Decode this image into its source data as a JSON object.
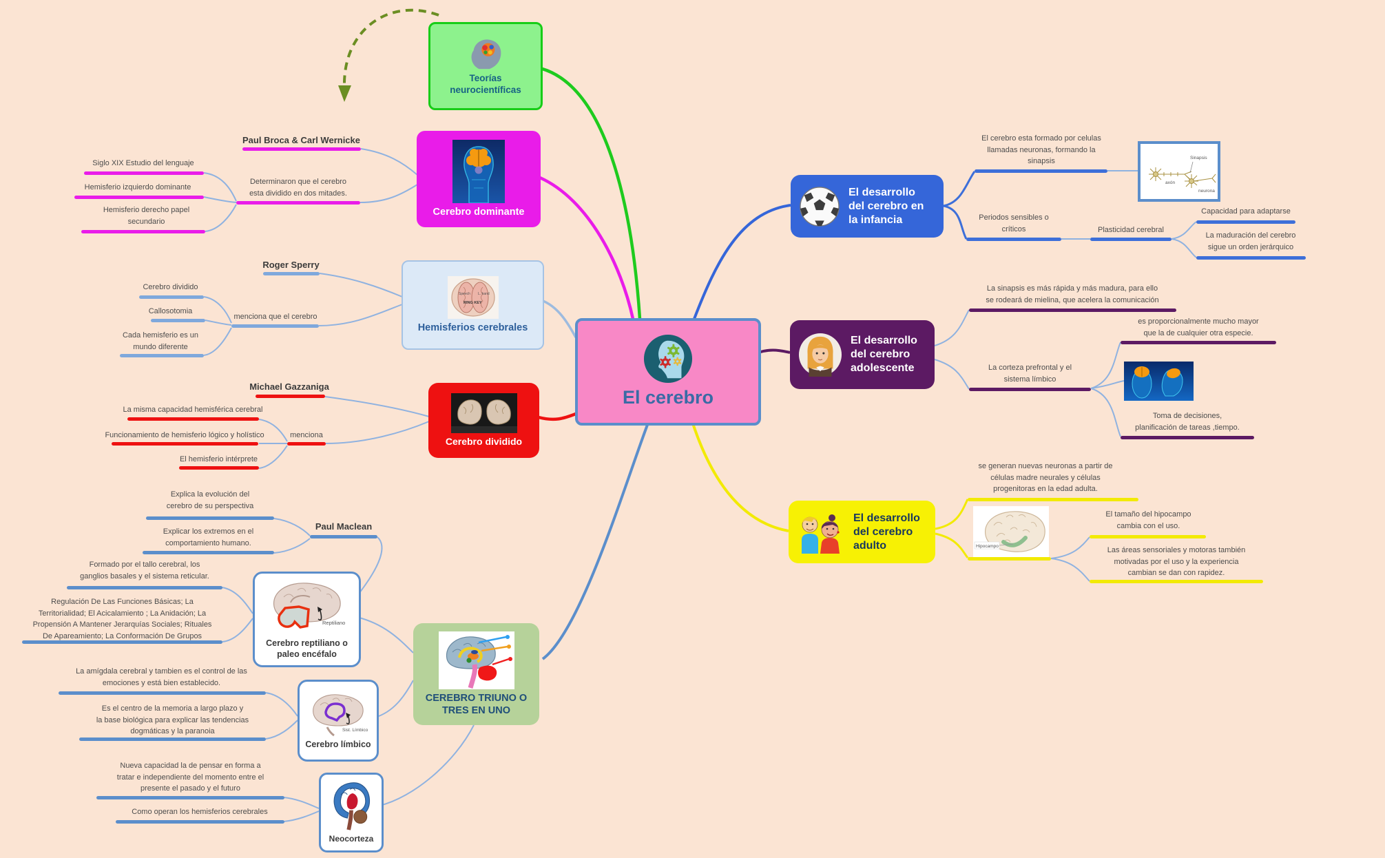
{
  "title": "El cerebro",
  "colors": {
    "background": "#fbe4d3",
    "center_fill": "#f888c6",
    "center_border": "#5b8ecb",
    "green": "#1ecb1e",
    "magenta": "#e91ce9",
    "light_blue_node": "#dce9f7",
    "red": "#ee1111",
    "sage": "#b6d29a",
    "steel_blue": "#5b8ecb",
    "blue": "#3566d9",
    "purple": "#5c1a63",
    "yellow": "#f7f104",
    "olive_arrow": "#6b8e23"
  },
  "center": {
    "title": "El cerebro"
  },
  "teorias": {
    "label": "Teorías\nneurocientíficas"
  },
  "dominante": {
    "label": "Cerebro dominante",
    "person": "Paul Broca  & Carl Wernicke",
    "note": "Determinaron que el cerebro\nesta dividido en dos mitades.",
    "leaf1": "Siglo XIX  Estudio del lenguaje",
    "leaf2": "Hemisferio izquierdo dominante",
    "leaf3": "Hemisferio derecho papel\nsecundario"
  },
  "hemisferios": {
    "label": "Hemisferios cerebrales",
    "person": "Roger Sperry",
    "note": "menciona que el cerebro",
    "leaf1": "Cerebro dividido",
    "leaf2": "Callosotomia",
    "leaf3": "Cada hemisferio es un\nmundo diferente",
    "img1": "Speech",
    "img2": "L. hand",
    "img3": "RING  KEY"
  },
  "dividido": {
    "label": "Cerebro dividido",
    "person": "Michael Gazzaniga",
    "note": "menciona",
    "leaf1": "La misma capacidad hemisférica cerebral",
    "leaf2": "Funcionamiento de hemisferio lógico y holístico",
    "leaf3": "El hemisferio intérprete"
  },
  "triuno": {
    "label": "CEREBRO TRIUNO O\nTRES EN UNO",
    "person": "Paul Maclean",
    "leaf1": "Explica la evolución del\ncerebro de su perspectiva",
    "leaf2": "Explicar los extremos en el\ncomportamiento humano.",
    "reptiliano": {
      "label": "Cerebro reptiliano o\npaleo encéfalo",
      "img_label": "Reptiliano",
      "leaf1": "Formado por el tallo cerebral, los\nganglios basales y el sistema reticular.",
      "leaf2": "Regulación De Las Funciones Básicas; La\nTerritorialidad; El Acicalamiento ; La Anidación; La\nPropensión A Mantener Jerarquías Sociales; Rituales\nDe Apareamiento; La Conformación De Grupos"
    },
    "limbico": {
      "label": "Cerebro límbico",
      "img_label": "Sist. Límbico",
      "leaf1": "La amígdala cerebral y tambien es el control de las\nemociones y está bien establecido.",
      "leaf2": "Es el centro de la memoria a largo plazo y\nla base biológica para explicar las tendencias\ndogmáticas y la paranoia"
    },
    "neocorteza": {
      "label": "Neocorteza",
      "leaf1": "Nueva capacidad la de pensar en forma a\ntratar e independiente del momento entre el\npresente el pasado y el futuro",
      "leaf2": "Como operan los hemisferios cerebrales"
    }
  },
  "infancia": {
    "label": "El desarrollo\ndel cerebro en\nla infancia",
    "leaf1": "El cerebro esta formado por celulas\nllamadas neuronas, formando la\nsinapsis",
    "leaf2": "Periodos sensibles o\ncríticos",
    "leaf3": "Plasticidad cerebral",
    "leaf4": "Capacidad para adaptarse",
    "leaf5": "La maduración del cerebro\nsigue un orden jerárquico",
    "neuron": {
      "l1": "Sinapsis",
      "l2": "axón",
      "l3": "neurona"
    }
  },
  "adolescente": {
    "label": "El desarrollo\ndel cerebro\nadolescente",
    "leaf1": "La sinapsis es  más rápida y más madura, para ello\nse rodeará de mielina, que acelera la comunicación",
    "leaf2": "es proporcionalmente mucho mayor\nque la de cualquier otra especie.",
    "leaf3": "La corteza prefrontal y el\nsistema límbico",
    "leaf4": "Toma de decisiones,\nplanificación de tareas ,tiempo."
  },
  "adulto": {
    "label": "El desarrollo\ndel cerebro\nadulto",
    "leaf1": "se generan nuevas neuronas a partir de\ncélulas madre neurales y células\nprogenitoras en la edad adulta.",
    "leaf2": "El tamaño del hipocampo\ncambia con el uso.",
    "leaf3": "Las áreas sensoriales y motoras también\nmotivadas por el uso y la experiencia\ncambian  se dan con rapidez.",
    "img_label": "Hipocampo"
  }
}
